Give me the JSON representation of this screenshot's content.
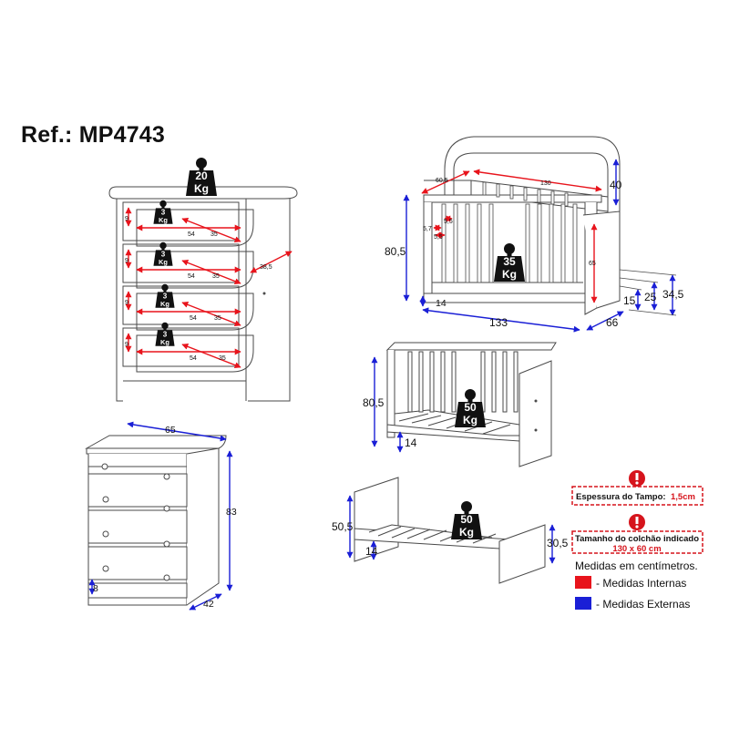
{
  "reference": {
    "label": "Ref.:",
    "code": "MP4743",
    "full": "Ref.: MP4743"
  },
  "weights": {
    "dresser_top": {
      "value": "20",
      "unit": "Kg"
    },
    "drawer": {
      "value": "3",
      "unit": "Kg"
    },
    "crib": {
      "value": "35",
      "unit": "Kg"
    },
    "mini_sofa": {
      "value": "50",
      "unit": "Kg"
    },
    "mini_bed": {
      "value": "50",
      "unit": "Kg"
    }
  },
  "dresser_internal": {
    "drawer_height": "9",
    "drawer_width": "54",
    "drawer_depth": "35",
    "side_depth": "38,5"
  },
  "dresser_external": {
    "width": "65",
    "height": "83",
    "depth": "42",
    "foot": "8"
  },
  "crib": {
    "inner_width": "130",
    "inner_depth": "60,5",
    "gap_a": "5,7",
    "gap_b": "5,5",
    "gap_c": "5,5",
    "inner_height": "65",
    "headboard": "40",
    "height": "80,5",
    "width": "133",
    "depth": "66",
    "base": "14",
    "level_low": "15",
    "level_mid": "25",
    "level_high": "34,5"
  },
  "mini_sofa": {
    "height": "80,5",
    "base": "14"
  },
  "mini_bed": {
    "height": "50,5",
    "base": "14",
    "foot_height": "30,5"
  },
  "notes": {
    "top_thickness_label": "Espessura do Tampo:",
    "top_thickness_value": "1,5cm",
    "mattress_label": "Tamanho do colchão indicado",
    "mattress_value": "130 x 60 cm",
    "units": "Medidas em centímetros.",
    "internal_label": "- Medidas Internas",
    "external_label": "- Medidas Externas"
  },
  "colors": {
    "internal": "#e8141c",
    "external": "#1a1fd6",
    "line": "#4a4a4a",
    "weight_icon": "#111111",
    "warning_icon": "#d6141c"
  },
  "icons": {
    "weight": "kettlebell-weight-icon",
    "warning": "exclamation-warning-icon",
    "legend_internal": "red-square-swatch",
    "legend_external": "blue-square-swatch"
  }
}
